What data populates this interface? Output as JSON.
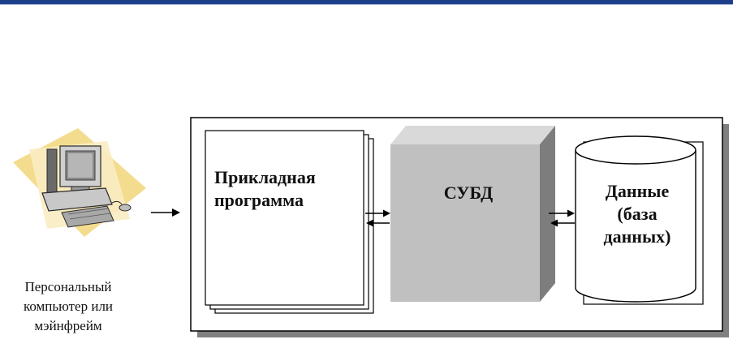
{
  "diagram": {
    "computer": {
      "icon": "personal-computer-icon",
      "label_lines": [
        "Персональный",
        "компьютер или",
        "мэйнфрейм"
      ]
    },
    "application": {
      "label": "Прикладная программа"
    },
    "dbms": {
      "label": "СУБД"
    },
    "database": {
      "label_lines": [
        "Данные",
        "(база",
        "данных)"
      ]
    }
  },
  "colors": {
    "top_rule": "#1f3f8a",
    "dbms_fill": "#c0c0c0",
    "shadow": "#808080",
    "note_card": "#f7e6a9"
  }
}
